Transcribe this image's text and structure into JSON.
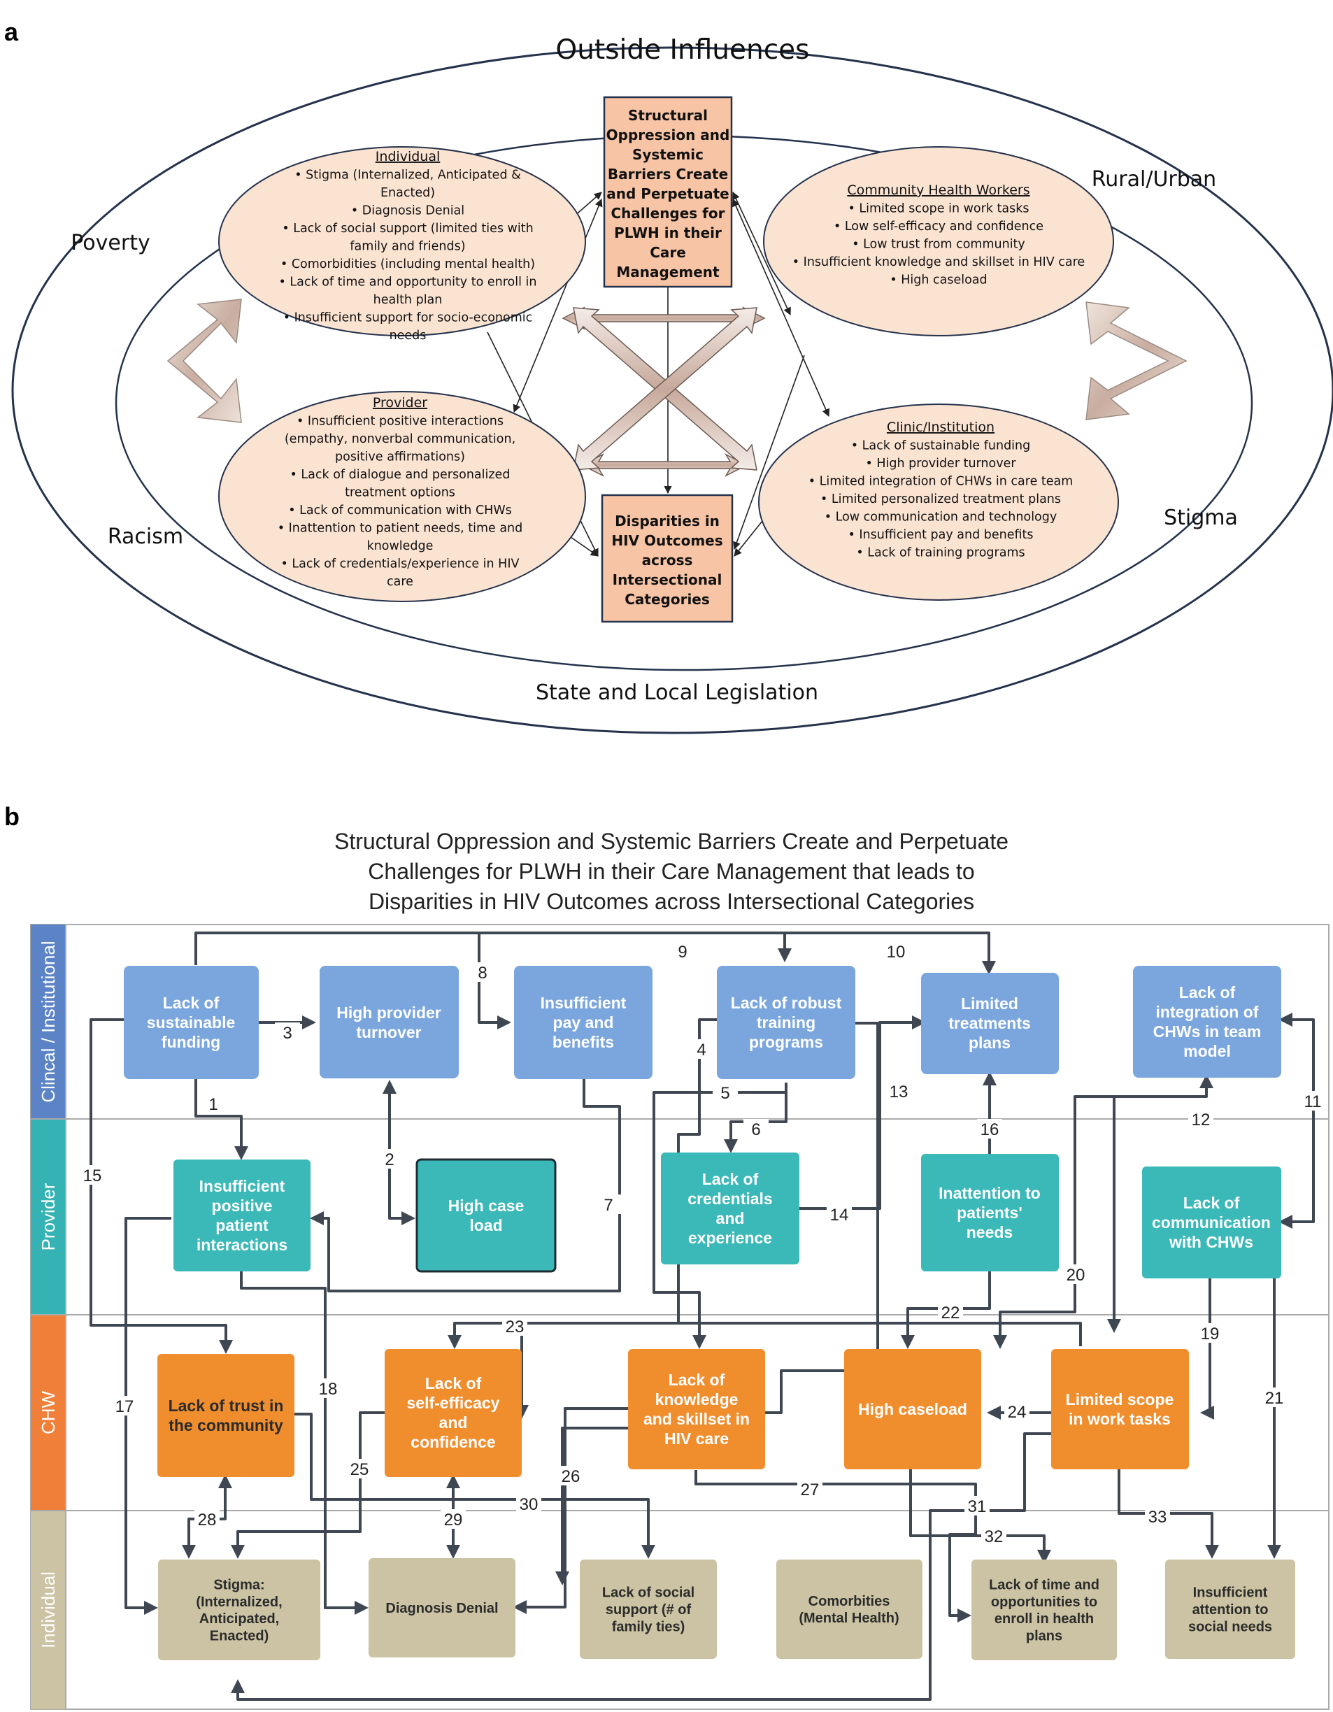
{
  "panel_a": {
    "label": "a",
    "outer_title": "Outside Influences",
    "outer_labels": {
      "poverty": "Poverty",
      "rural_urban": "Rural/Urban",
      "racism": "Racism",
      "stigma": "Stigma",
      "legislation": "State and Local Legislation"
    },
    "center_top_lines": [
      "Structural",
      "Oppression and",
      "Systemic",
      "Barriers Create",
      "and Perpetuate",
      "Challenges for",
      "PLWH in their",
      "Care",
      "Management"
    ],
    "center_bottom_lines": [
      "Disparities in",
      "HIV Outcomes",
      "across",
      "Intersectional",
      "Categories"
    ],
    "individual": {
      "title": "Individual",
      "lines": [
        "•  Stigma (Internalized, Anticipated &",
        "Enacted)",
        "•  Diagnosis Denial",
        "•  Lack of social support (limited ties with",
        "family and friends)",
        "•  Comorbidities (including mental health)",
        "•  Lack of time and opportunity to enroll in",
        "health plan",
        "•  Insufficient support for socio-economic",
        "needs"
      ]
    },
    "chw": {
      "title": "Community Health Workers",
      "lines": [
        "•  Limited scope in work tasks",
        "•  Low self-efficacy and confidence",
        "•  Low trust from community",
        "•  Insufficient knowledge and skillset in HIV care",
        "•  High caseload"
      ]
    },
    "provider": {
      "title": "Provider",
      "lines": [
        "•  Insufficient positive interactions",
        "(empathy, nonverbal communication,",
        "positive affirmations)",
        "•  Lack of dialogue and personalized",
        "treatment options",
        "•  Lack of communication with CHWs",
        "•  Inattention to patient needs, time and",
        "knowledge",
        "•  Lack of credentials/experience in HIV",
        "care"
      ]
    },
    "clinic": {
      "title": "Clinic/Institution",
      "lines": [
        "•  Lack of sustainable funding",
        "•  High provider turnover",
        "•  Limited integration of CHWs in care team",
        "•  Limited personalized treatment plans",
        "•  Low communication and technology",
        "•  Insufficient pay and benefits",
        "•  Lack of training programs"
      ]
    }
  },
  "panel_b": {
    "label": "b",
    "title_lines": [
      "Structural Oppression and Systemic Barriers Create and Perpetuate",
      "Challenges for PLWH in their Care Management that leads to",
      "Disparities in HIV Outcomes across Intersectional Categories"
    ],
    "lanes": [
      "Clincal / Institutional",
      "Provider",
      "CHW",
      "Individual"
    ],
    "boxes": {
      "c1": [
        "Lack of",
        "sustainable",
        "funding"
      ],
      "c2": [
        "High provider",
        "turnover"
      ],
      "c3": [
        "Insufficient",
        "pay and",
        "benefits"
      ],
      "c4": [
        "Lack of robust",
        "training",
        "programs"
      ],
      "c5": [
        "Limited",
        "treatments",
        "plans"
      ],
      "c6": [
        "Lack of",
        "integration of",
        "CHWs in team",
        "model"
      ],
      "p1": [
        "Insufficient",
        "positive",
        "patient",
        "interactions"
      ],
      "p2": [
        "High case",
        "load"
      ],
      "p3": [
        "Lack of",
        "credentials",
        "and",
        "experience"
      ],
      "p4": [
        "Inattention to",
        "patients'",
        "needs"
      ],
      "p5": [
        "Lack of",
        "communication",
        "with CHWs"
      ],
      "w1": [
        "Lack of trust in",
        "the community"
      ],
      "w2": [
        "Lack of",
        "self-efficacy",
        "and",
        "confidence"
      ],
      "w3": [
        "Lack of",
        "knowledge",
        "and skillset in",
        "HIV care"
      ],
      "w4": [
        "High caseload"
      ],
      "w5": [
        "Limited scope",
        "in work tasks"
      ],
      "i1": [
        "Stigma:",
        "(Internalized,",
        "Anticipated,",
        "Enacted)"
      ],
      "i2": [
        "Diagnosis Denial"
      ],
      "i3": [
        "Lack  of social",
        "support (# of",
        "family ties)"
      ],
      "i4": [
        "Comorbities",
        "(Mental Health)"
      ],
      "i5": [
        "Lack of time and",
        "opportunities to",
        "enroll in health",
        "plans"
      ],
      "i6": [
        "Insufficient",
        "attention to",
        "social needs"
      ]
    },
    "edge_numbers": [
      "1",
      "2",
      "3",
      "4",
      "5",
      "6",
      "7",
      "8",
      "9",
      "10",
      "11",
      "12",
      "13",
      "14",
      "15",
      "16",
      "17",
      "18",
      "19",
      "20",
      "21",
      "22",
      "23",
      "24",
      "25",
      "26",
      "27",
      "28",
      "29",
      "30",
      "31",
      "32",
      "33"
    ]
  },
  "colors": {
    "clinical": "#7aa6dd",
    "provider": "#3bb8b8",
    "chw": "#f08e2e",
    "individual": "#cbc3a3",
    "lane_clinical": "#5b83c5",
    "lane_provider": "#34b2b4",
    "lane_chw": "#f07f3a",
    "lane_individual": "#cbc3a3",
    "ellipse_fill": "#fbe3d2",
    "center_fill": "#f7c4a5",
    "connector": "#3f4753"
  }
}
